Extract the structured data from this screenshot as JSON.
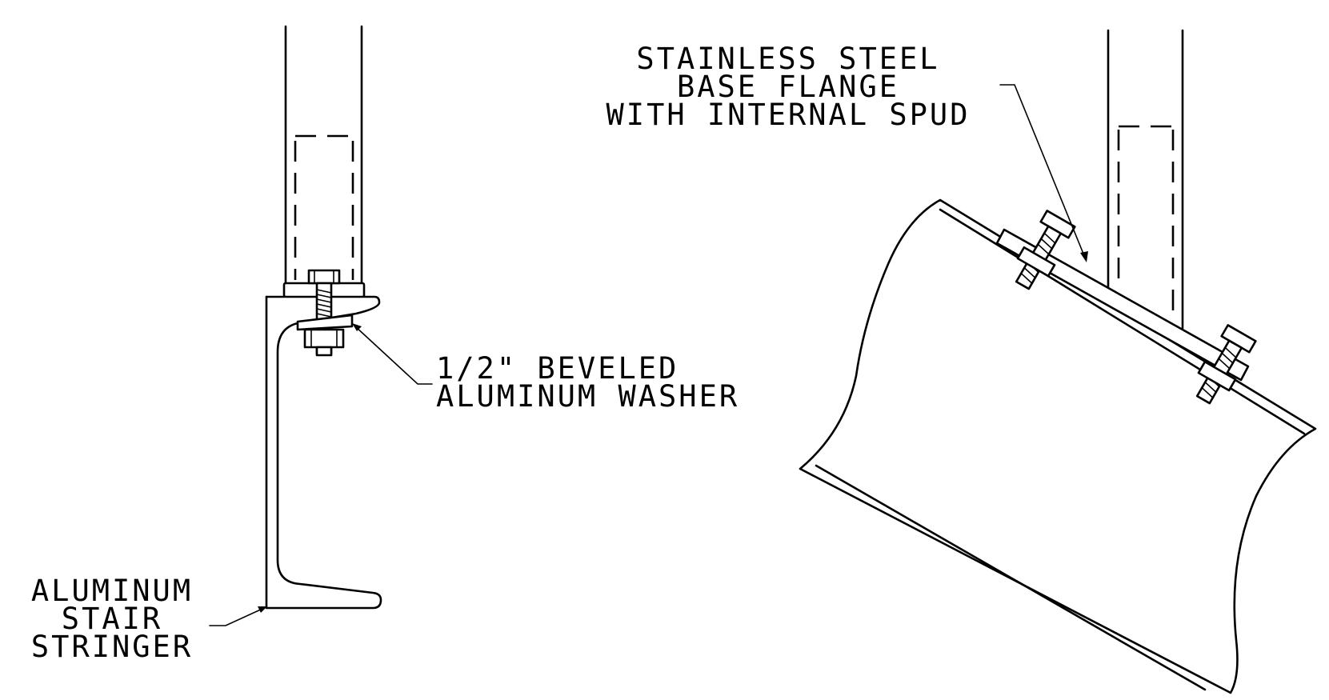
{
  "labels": {
    "flange": [
      "STAINLESS STEEL",
      "BASE FLANGE",
      "WITH INTERNAL SPUD"
    ],
    "washer": [
      "1/2\" BEVELED",
      "ALUMINUM WASHER"
    ],
    "stringer": [
      "ALUMINUM",
      "STAIR",
      "STRINGER"
    ]
  },
  "colors": {
    "line": "#000000",
    "background": "#ffffff"
  }
}
